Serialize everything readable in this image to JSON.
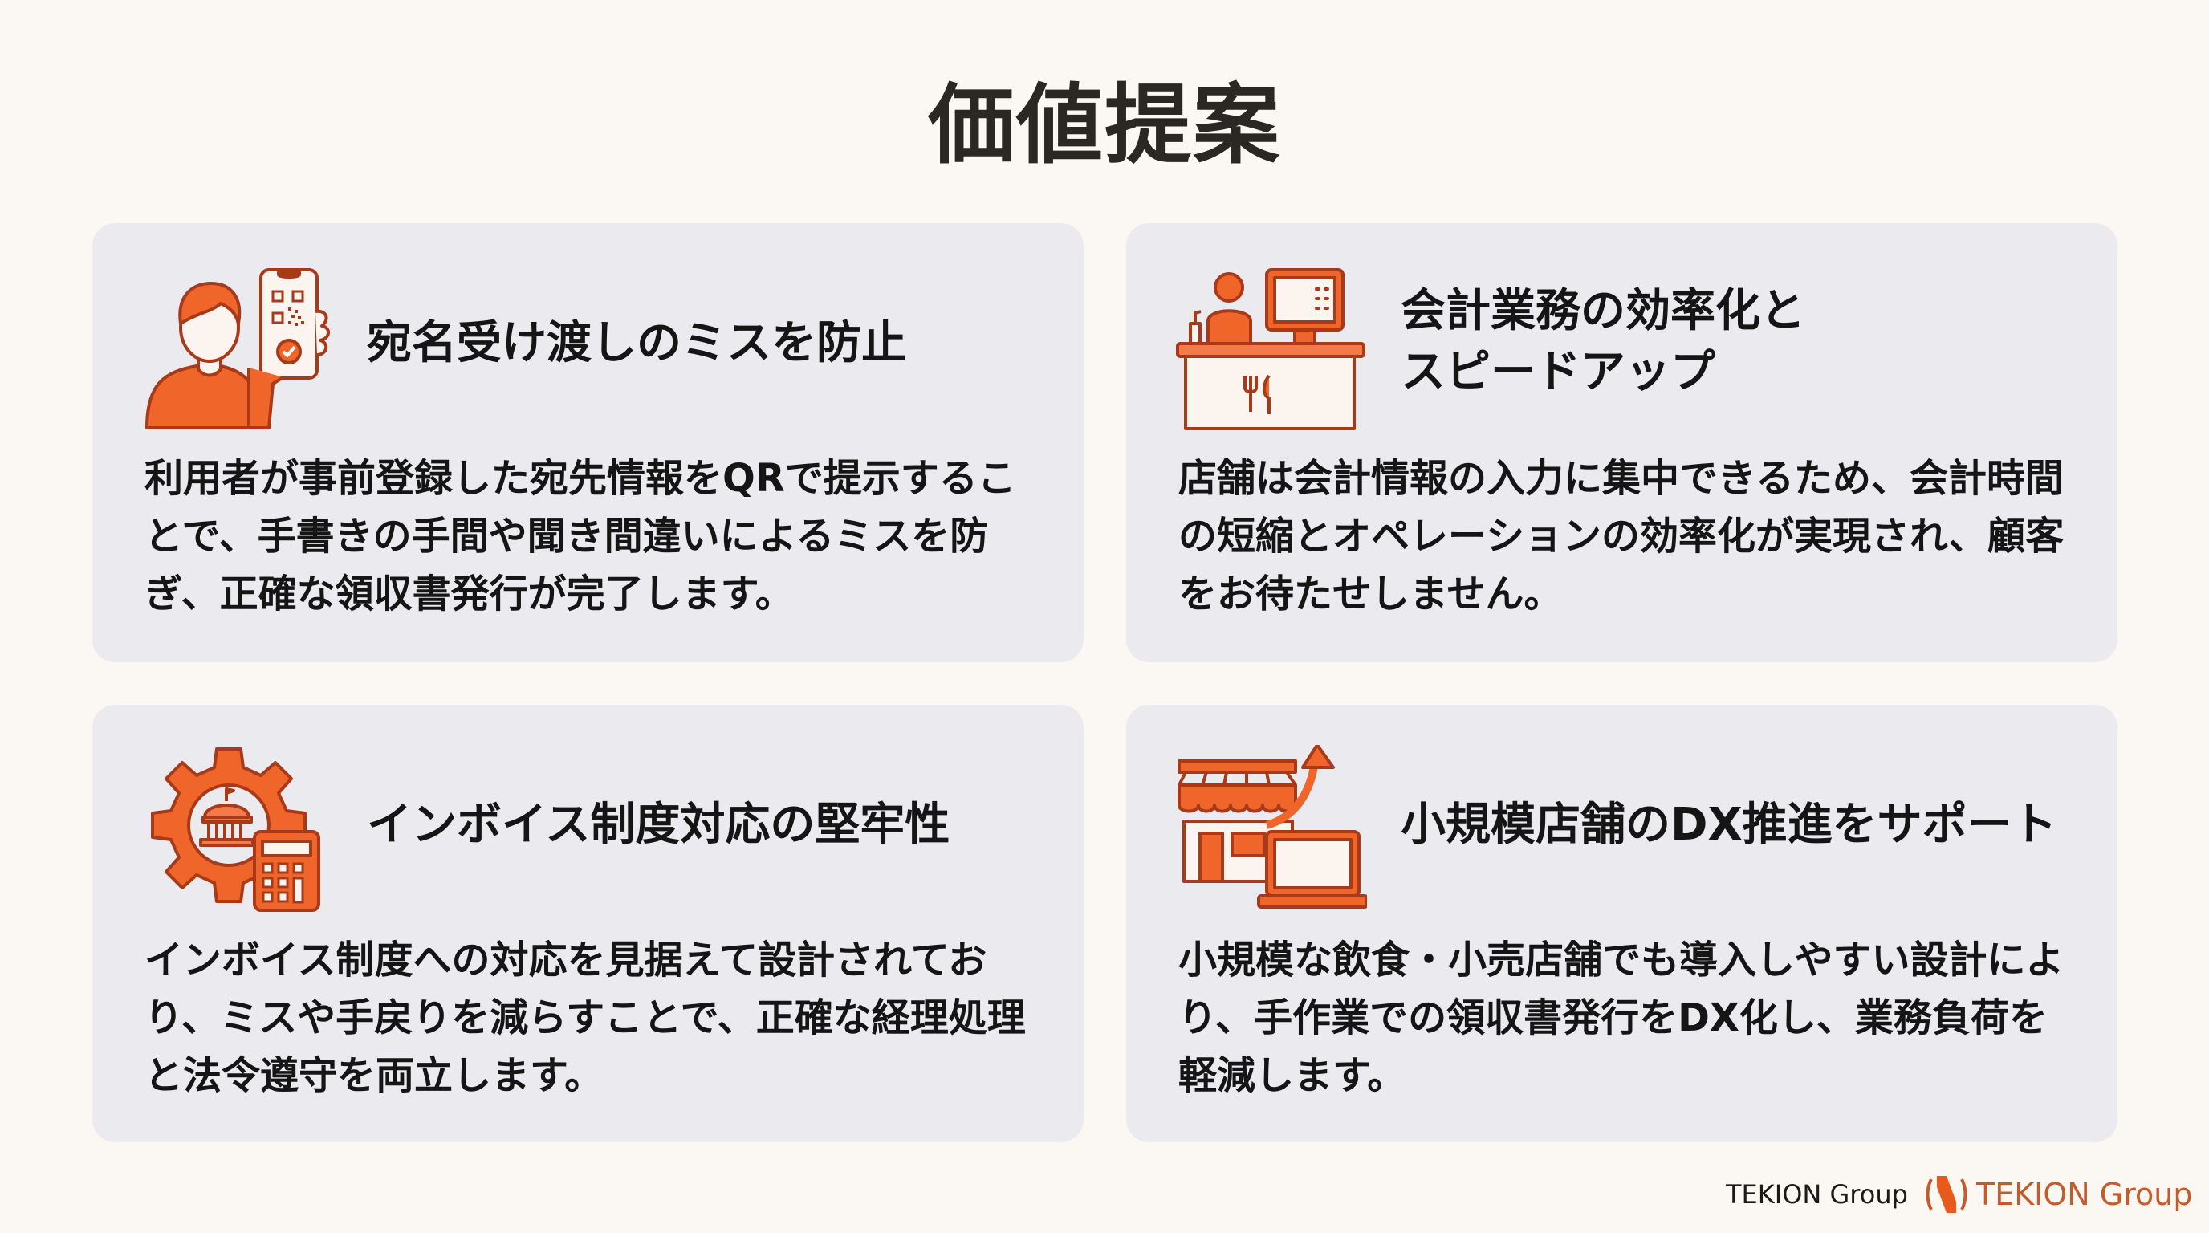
{
  "page": {
    "title": "価値提案"
  },
  "colors": {
    "background": "#fbf8f3",
    "card_background": "#ebebef",
    "accent_orange": "#f0652a",
    "accent_outline": "#a83a1a",
    "text_dark": "#151515",
    "logo_text": "#c55a2a"
  },
  "cards": [
    {
      "icon": "person-holding-phone-qr-icon",
      "title": "宛名受け渡しのミスを防止",
      "body": "利用者が事前登録した宛先情報をQRで提示することで、手書きの手間や聞き間違いによるミスを防ぎ、正確な領収書発行が完了します。"
    },
    {
      "icon": "cashier-counter-register-icon",
      "title": "会計業務の効率化と\nスピードアップ",
      "body": "店舗は会計情報の入力に集中できるため、会計時間の短縮とオペレーションの効率化が実現され、顧客をお待たせしません。"
    },
    {
      "icon": "gear-government-calculator-icon",
      "title": "インボイス制度対応の堅牢性",
      "body": "インボイス制度への対応を見据えて設計されており、ミスや手戻りを減らすことで、正確な経理処理と法令遵守を両立します。"
    },
    {
      "icon": "storefront-laptop-growth-icon",
      "title": "小規模店舗のDX推進をサポート",
      "body": "小規模な飲食・小売店舗でも導入しやすい設計により、手作業での領収書発行をDX化し、業務負荷を軽減します。"
    }
  ],
  "footer": {
    "text_logo": "TEKION Group",
    "brand_logo_text": "TEKION Group",
    "brand_logo_icon": "tekion-n-logo-icon"
  }
}
